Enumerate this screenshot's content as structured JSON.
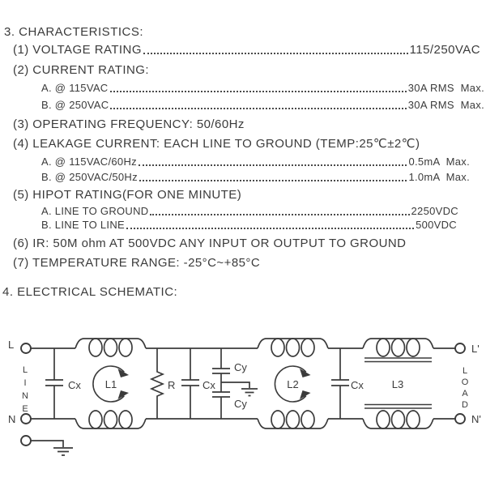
{
  "colors": {
    "ink": "#3b3b3b",
    "background": "#ffffff"
  },
  "characteristics": {
    "heading": "3. CHARACTERISTICS:",
    "rows": [
      {
        "label": "(1) VOLTAGE RATING",
        "value": "115/250VAC"
      },
      {
        "label": "(2) CURRENT RATING:",
        "value": ""
      },
      {
        "label": "A. @ 115VAC",
        "value": "30A RMS  Max."
      },
      {
        "label": "B. @ 250VAC",
        "value": "30A RMS  Max."
      },
      {
        "label": "(3) OPERATING FREQUENCY: 50/60Hz",
        "value": ""
      },
      {
        "label": "(4) LEAKAGE CURRENT: EACH LINE TO GROUND (TEMP:25℃±2℃)",
        "value": ""
      },
      {
        "label": "A. @ 115VAC/60Hz",
        "value": "0.5mA  Max."
      },
      {
        "label": "B. @ 250VAC/50Hz",
        "value": "1.0mA  Max."
      },
      {
        "label": "(5) HIPOT RATING(FOR ONE MINUTE)",
        "value": ""
      },
      {
        "label": "A. LINE TO GROUND",
        "value": "2250VDC"
      },
      {
        "label": "B. LINE TO LINE",
        "value": "500VDC"
      },
      {
        "label": "(6) IR: 50M ohm AT 500VDC ANY INPUT OR OUTPUT TO GROUND",
        "value": ""
      },
      {
        "label": "(7) TEMPERATURE RANGE: -25°C~+85°C",
        "value": ""
      }
    ]
  },
  "schematic": {
    "heading": "4. ELECTRICAL SCHEMATIC:",
    "terminals": {
      "line_l": "L",
      "line_n": "N",
      "load_l": "L'",
      "load_n": "N'"
    },
    "side_labels": {
      "left": "LINE",
      "right": "LOAD"
    },
    "components": {
      "cx1": "Cx",
      "l1": "L1",
      "r": "R",
      "cx2": "Cx",
      "cy_top": "Cy",
      "cy_bottom": "Cy",
      "l2": "L2",
      "cx3": "Cx",
      "l3": "L3"
    }
  }
}
